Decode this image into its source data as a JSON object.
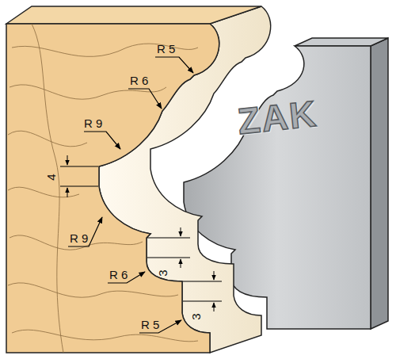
{
  "diagram": {
    "labels": [
      "R 5",
      "R 6",
      "R 9",
      "4",
      "R 9",
      "3",
      "R 6",
      "3",
      "R 5",
      "ZAK"
    ]
  }
}
